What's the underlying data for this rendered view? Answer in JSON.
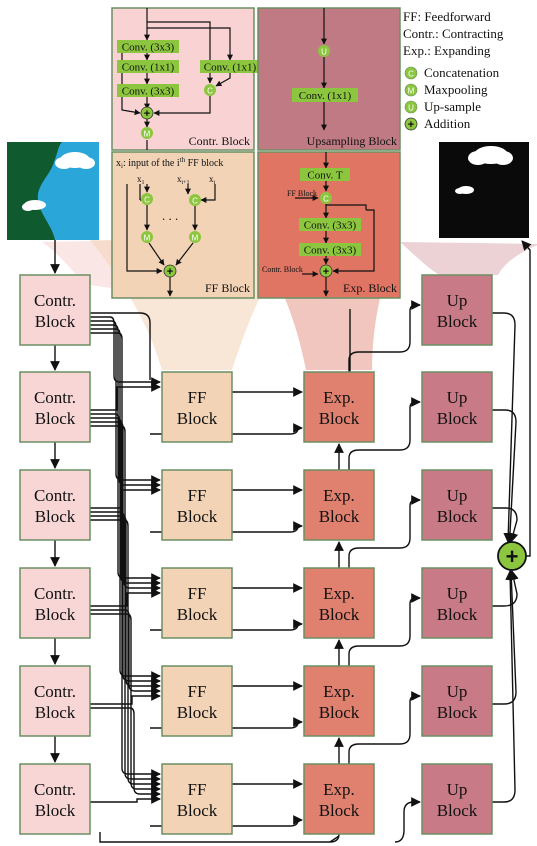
{
  "legend": {
    "lines": [
      "FF: Feedforward",
      "Contr.: Contracting",
      "Exp.: Expanding"
    ],
    "items": [
      {
        "symbol": "C",
        "label": "Concatenation"
      },
      {
        "symbol": "M",
        "label": "Maxpooling"
      },
      {
        "symbol": "U",
        "label": "Up-sample"
      },
      {
        "symbol": "+",
        "label": "Addition"
      }
    ]
  },
  "block_labels": {
    "contr_line1": "Contr.",
    "contr_line2": "Block",
    "ff_line1": "FF",
    "ff_line2": "Block",
    "exp_line1": "Exp.",
    "exp_line2": "Block",
    "up_line1": "Up",
    "up_line2": "Block"
  },
  "panels": {
    "contr": {
      "title": "Contr. Block",
      "conv_a": "Conv. (3x3)",
      "conv_b": "Conv. (1x1)",
      "conv_c": "Conv. (3x3)",
      "conv_d": "Conv. (1x1)",
      "node_c": "C",
      "node_add": "+",
      "node_m": "M"
    },
    "upsampling": {
      "title": "Upsampling Block",
      "node_u": "U",
      "conv": "Conv. (1x1)"
    },
    "ff": {
      "title": "FF Block",
      "caption_prefix": "x",
      "caption_sub": "i",
      "caption_mid": ": input of the i",
      "caption_sup": "th",
      "caption_suffix": " FF block",
      "input_left": "x",
      "input_left_sub": "1",
      "input_mid": "x",
      "input_mid_sub": "i+1",
      "input_right": "x",
      "input_right_sub": "i",
      "dots": ". . .",
      "node_c": "C",
      "node_m": "M",
      "node_add": "+"
    },
    "exp": {
      "title": "Exp. Block",
      "conv_t": "Conv. T",
      "ff_in": "FF Block",
      "contr_in": "Contr. Block",
      "conv_a": "Conv. (3x3)",
      "conv_b": "Conv. (3x3)",
      "node_c": "C",
      "node_add": "+"
    }
  },
  "final_addition": "+",
  "colors": {
    "contr": "#f8d6d6",
    "ff": "#f3d3b6",
    "exp": "#e0806e",
    "up": "#c87a86",
    "green": "#8cc63f",
    "line": "#111111",
    "border": "#6b8f62"
  }
}
